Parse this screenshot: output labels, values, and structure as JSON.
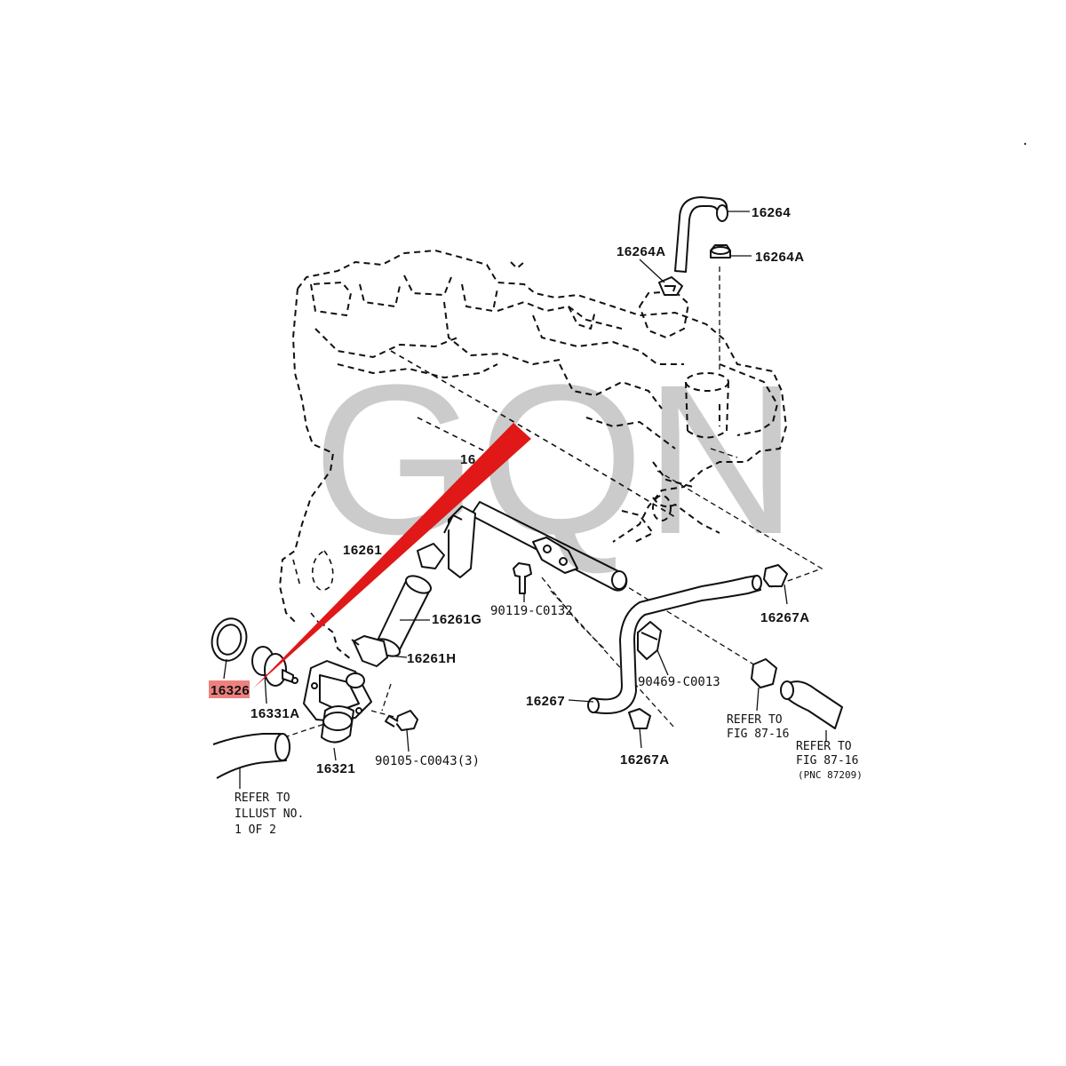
{
  "watermark": "GQN",
  "highlight_color": "#e01818",
  "part_labels": {
    "p16264": "16264",
    "p16264a_left": "16264A",
    "p16264a_right": "16264A",
    "p16261_partial_top": "16",
    "p16261_partial": "16261",
    "p16261g": "16261G",
    "p16261h": "16261H",
    "p90119": "90119-C0132",
    "p16267a_right": "16267A",
    "p90469": "90469-C0013",
    "p16267": "16267",
    "p16267a_bottom": "16267A",
    "p16326": "16326",
    "p16331a": "16331A",
    "p16321": "16321",
    "p90105": "90105-C0043(3)"
  },
  "notes": {
    "illust_line1": "REFER TO",
    "illust_line2": "ILLUST NO.",
    "illust_line3": "1 OF 2",
    "fig_a_line1": "REFER TO",
    "fig_a_line2": "FIG 87-16",
    "fig_b_line1": "REFER TO",
    "fig_b_line2": "FIG 87-16",
    "fig_b_line3": "(PNC 87209)"
  }
}
